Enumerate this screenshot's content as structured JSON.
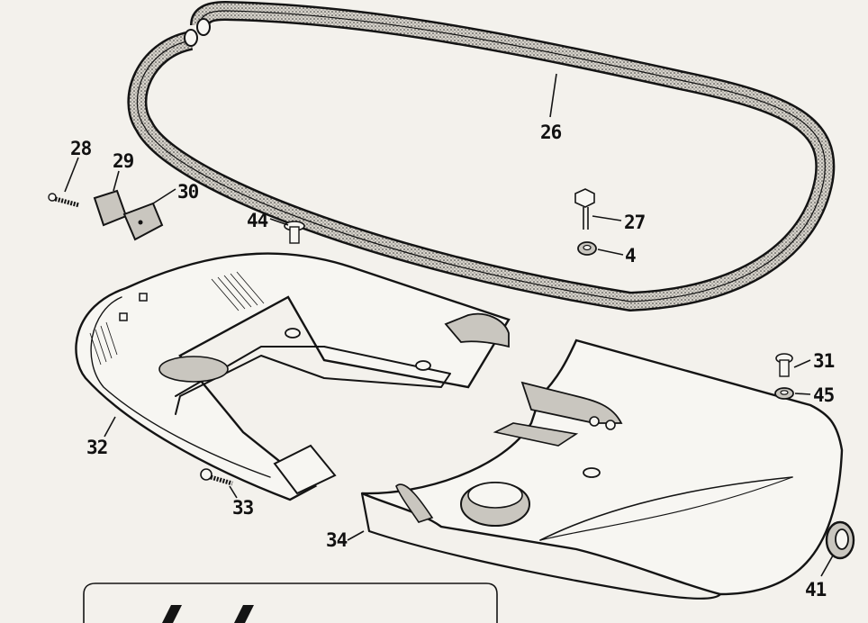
{
  "callouts": {
    "n26": "26",
    "n28": "28",
    "n29": "29",
    "n30": "30",
    "n44": "44",
    "n27": "27",
    "n4": "4",
    "n31": "31",
    "n45": "45",
    "n32": "32",
    "n33": "33",
    "n34": "34",
    "n41": "41"
  },
  "colors": {
    "ink": "#141414",
    "paper": "#f3f1ec",
    "shade": "#c9c6bf"
  }
}
